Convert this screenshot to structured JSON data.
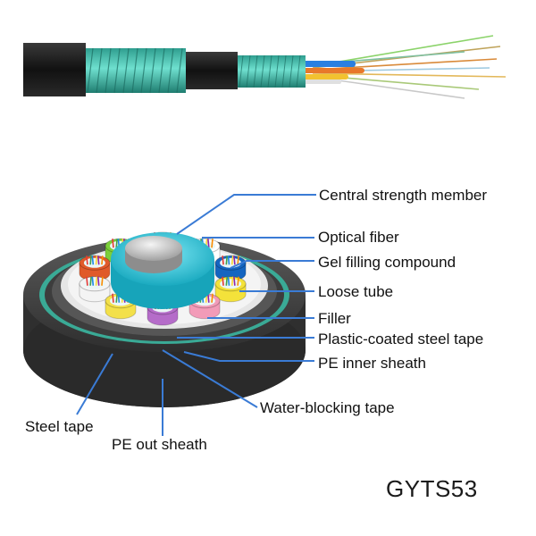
{
  "model_code": "GYTS53",
  "labels": {
    "central_strength_member": "Central strength member",
    "optical_fiber": "Optical fiber",
    "gel_filling_compound": "Gel filling compound",
    "loose_tube": "Loose tube",
    "filler": "Filler",
    "plastic_coated_steel_tape": "Plastic-coated steel tape",
    "pe_inner_sheath": "PE inner sheath",
    "water_blocking_tape": "Water-blocking tape",
    "steel_tape": "Steel tape",
    "pe_out_sheath": "PE out sheath"
  },
  "colors": {
    "leader_line": "#3a7bd5",
    "outer_sheath": "#2b2b2b",
    "steel_tape": "#3aaa96",
    "inner_core_blue": "#29c4d8",
    "central_member": "#bfbfbf"
  },
  "tube_colors": [
    "#f5b400",
    "#ffffff",
    "#1565c0",
    "#f4e23a",
    "#f29bb8",
    "#b56cc9",
    "#f3e04a",
    "#f4f4f4",
    "#e05a2a",
    "#7ccf3a"
  ]
}
